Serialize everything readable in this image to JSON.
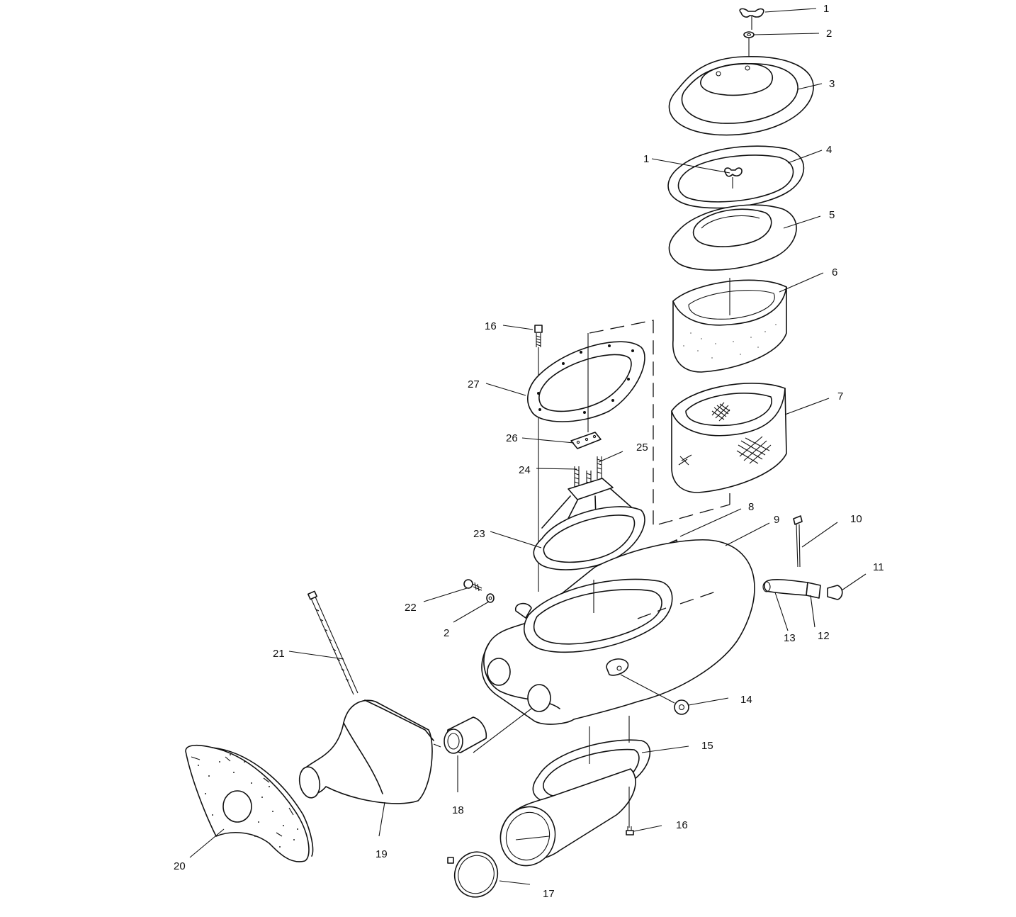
{
  "callouts": [
    {
      "id": "c1a",
      "label": "1"
    },
    {
      "id": "c2a",
      "label": "2"
    },
    {
      "id": "c3",
      "label": "3"
    },
    {
      "id": "c1b",
      "label": "1"
    },
    {
      "id": "c4",
      "label": "4"
    },
    {
      "id": "c5",
      "label": "5"
    },
    {
      "id": "c6",
      "label": "6"
    },
    {
      "id": "c7",
      "label": "7"
    },
    {
      "id": "c16a",
      "label": "16"
    },
    {
      "id": "c27",
      "label": "27"
    },
    {
      "id": "c26",
      "label": "26"
    },
    {
      "id": "c25",
      "label": "25"
    },
    {
      "id": "c24",
      "label": "24"
    },
    {
      "id": "c8",
      "label": "8"
    },
    {
      "id": "c9",
      "label": "9"
    },
    {
      "id": "c10",
      "label": "10"
    },
    {
      "id": "c11",
      "label": "11"
    },
    {
      "id": "c23",
      "label": "23"
    },
    {
      "id": "c22",
      "label": "22"
    },
    {
      "id": "c2b",
      "label": "2"
    },
    {
      "id": "c13",
      "label": "13"
    },
    {
      "id": "c12",
      "label": "12"
    },
    {
      "id": "c21",
      "label": "21"
    },
    {
      "id": "c14",
      "label": "14"
    },
    {
      "id": "c15",
      "label": "15"
    },
    {
      "id": "c18",
      "label": "18"
    },
    {
      "id": "c19",
      "label": "19"
    },
    {
      "id": "c20",
      "label": "20"
    },
    {
      "id": "c16b",
      "label": "16"
    },
    {
      "id": "c17",
      "label": "17"
    }
  ]
}
